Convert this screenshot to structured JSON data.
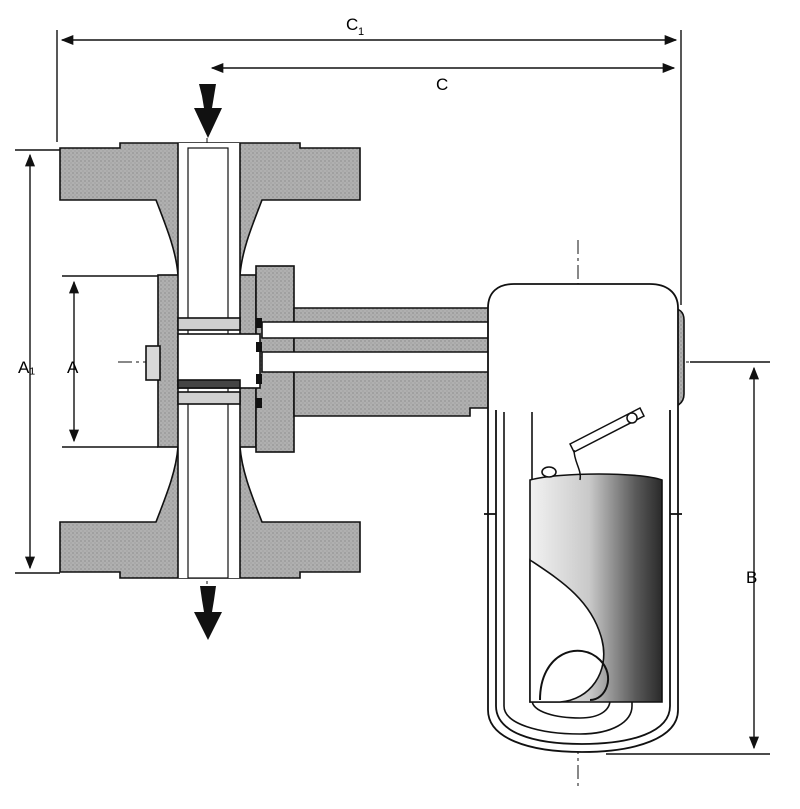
{
  "labels": {
    "c1": "C",
    "c1_sub": "1",
    "c": "C",
    "a1": "A₁",
    "a": "A",
    "b": "B"
  },
  "colors": {
    "body_fill": "#a9a9a9",
    "ink": "#111111",
    "background": "#ffffff"
  }
}
